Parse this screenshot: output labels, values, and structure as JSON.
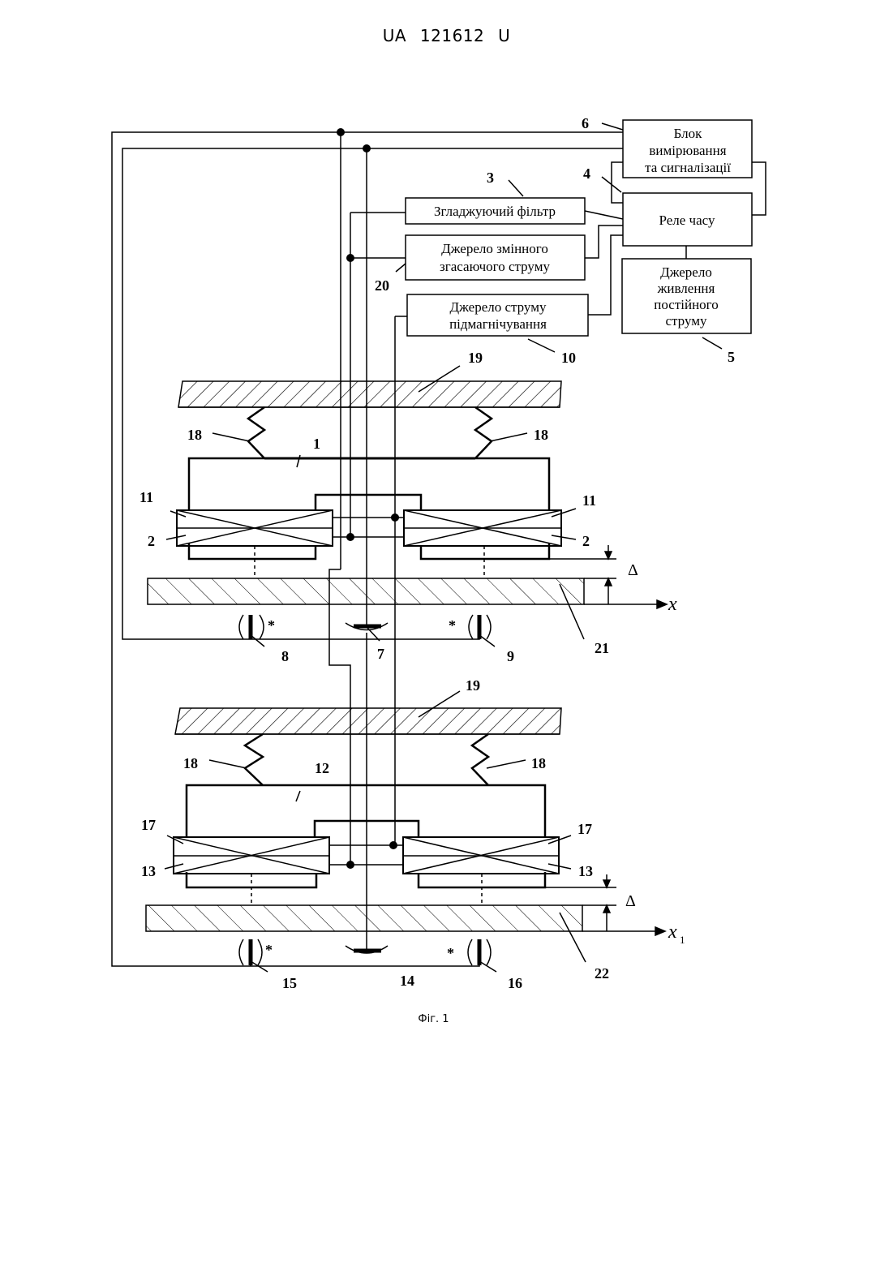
{
  "header": {
    "text": "UA   121612   U"
  },
  "caption": "Фіг. 1",
  "blocks": {
    "measurement": [
      "Блок",
      "вимірювання",
      "та сигналізації"
    ],
    "relay": "Реле часу",
    "filter": "Згладжуючий фільтр",
    "ac_source": [
      "Джерело змінного",
      "згасаючого струму"
    ],
    "bias_source": [
      "Джерело струму",
      "підмагнічування"
    ],
    "dc_source": [
      "Джерело",
      "живлення",
      "постійного",
      "струму"
    ]
  },
  "labels": {
    "n1": "1",
    "n2": "2",
    "n3": "3",
    "n4": "4",
    "n5": "5",
    "n6": "6",
    "n7": "7",
    "n8": "8",
    "n9": "9",
    "n10": "10",
    "n11": "11",
    "n12": "12",
    "n13": "13",
    "n14": "14",
    "n15": "15",
    "n16": "16",
    "n17": "17",
    "n18": "18",
    "n19": "19",
    "n20": "20",
    "n21": "21",
    "n22": "22",
    "star": "*",
    "delta": "Δ",
    "axis_x": "x",
    "axis_x1": "x",
    "axis_x1_sub": "1"
  }
}
